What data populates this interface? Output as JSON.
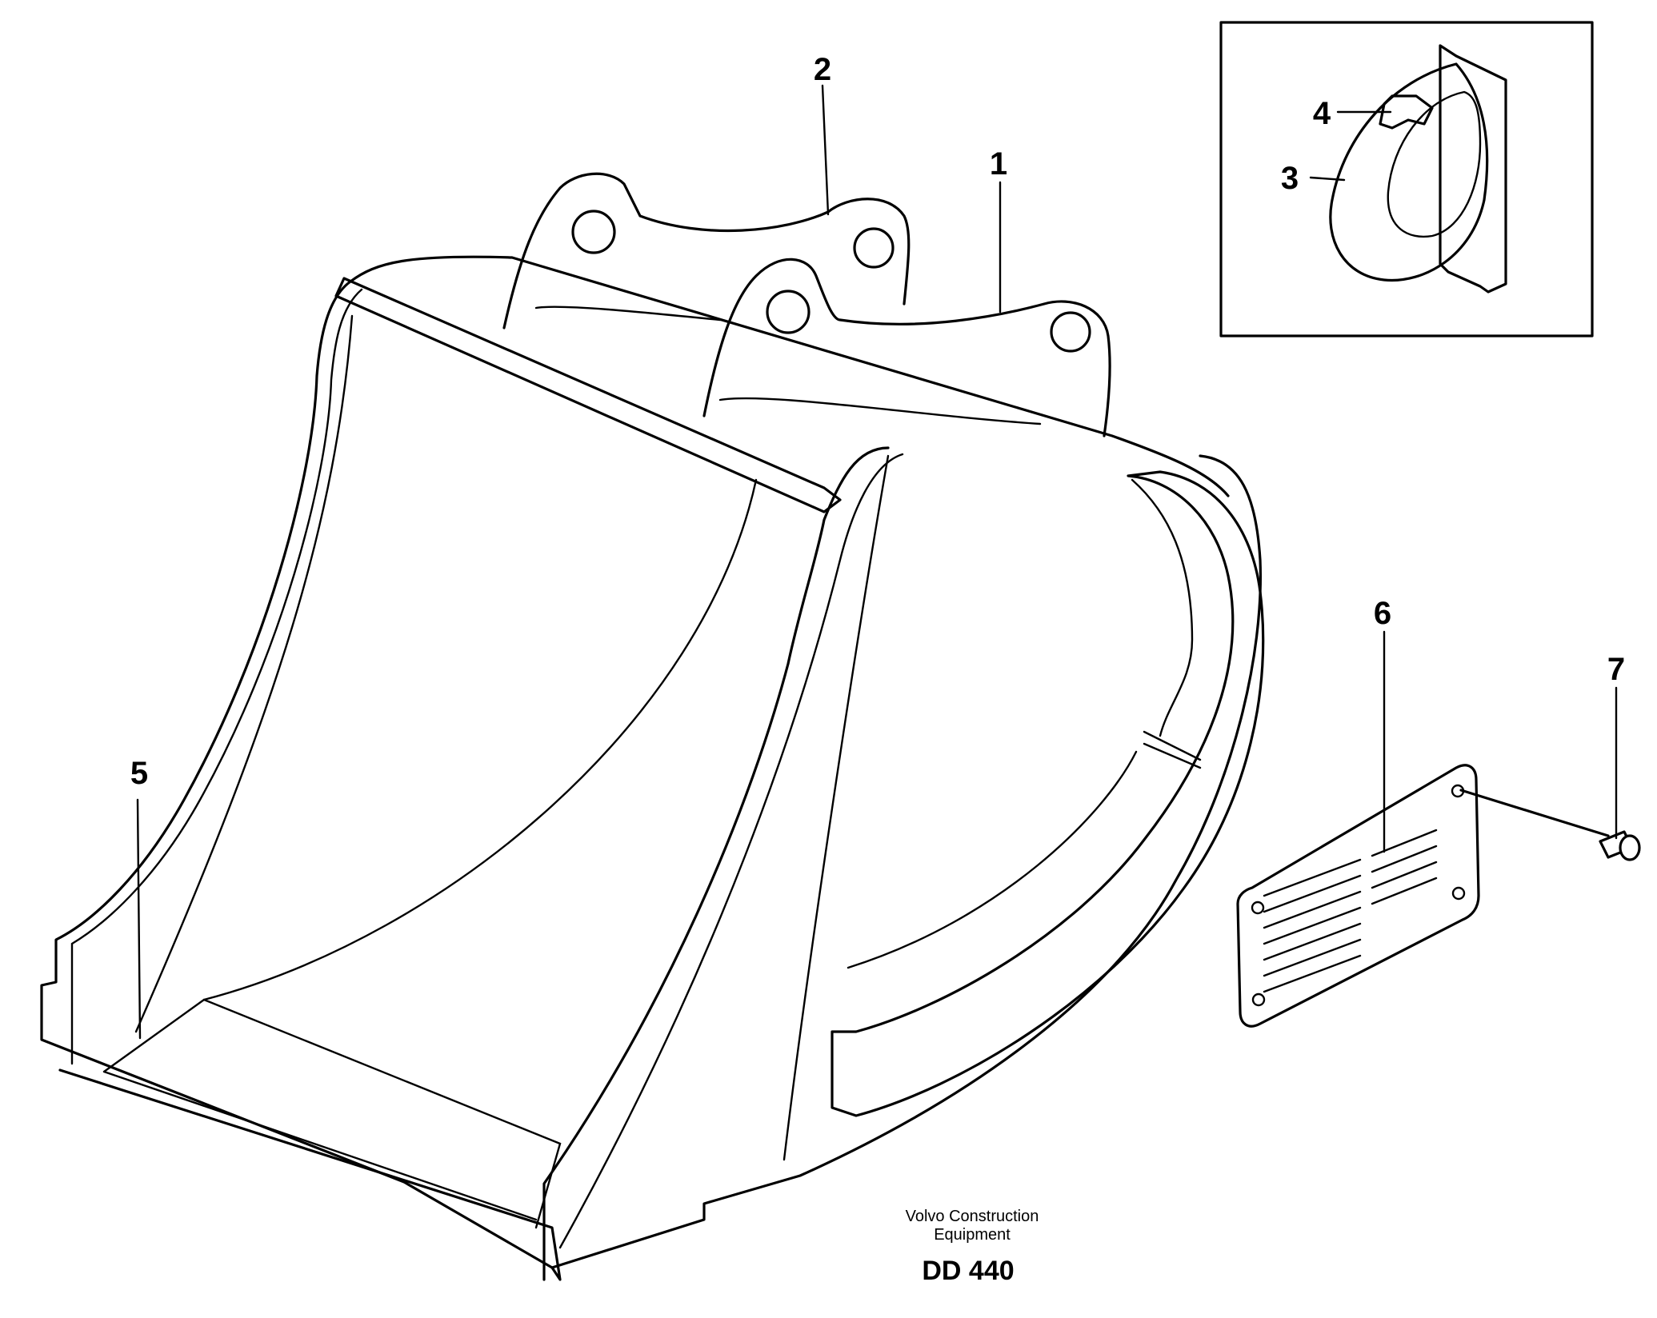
{
  "callouts": {
    "c1": "1",
    "c2": "2",
    "c3": "3",
    "c4": "4",
    "c5": "5",
    "c6": "6",
    "c7": "7"
  },
  "caption": {
    "line1": "Volvo Construction",
    "line2": "Equipment",
    "code": "DD 440"
  }
}
